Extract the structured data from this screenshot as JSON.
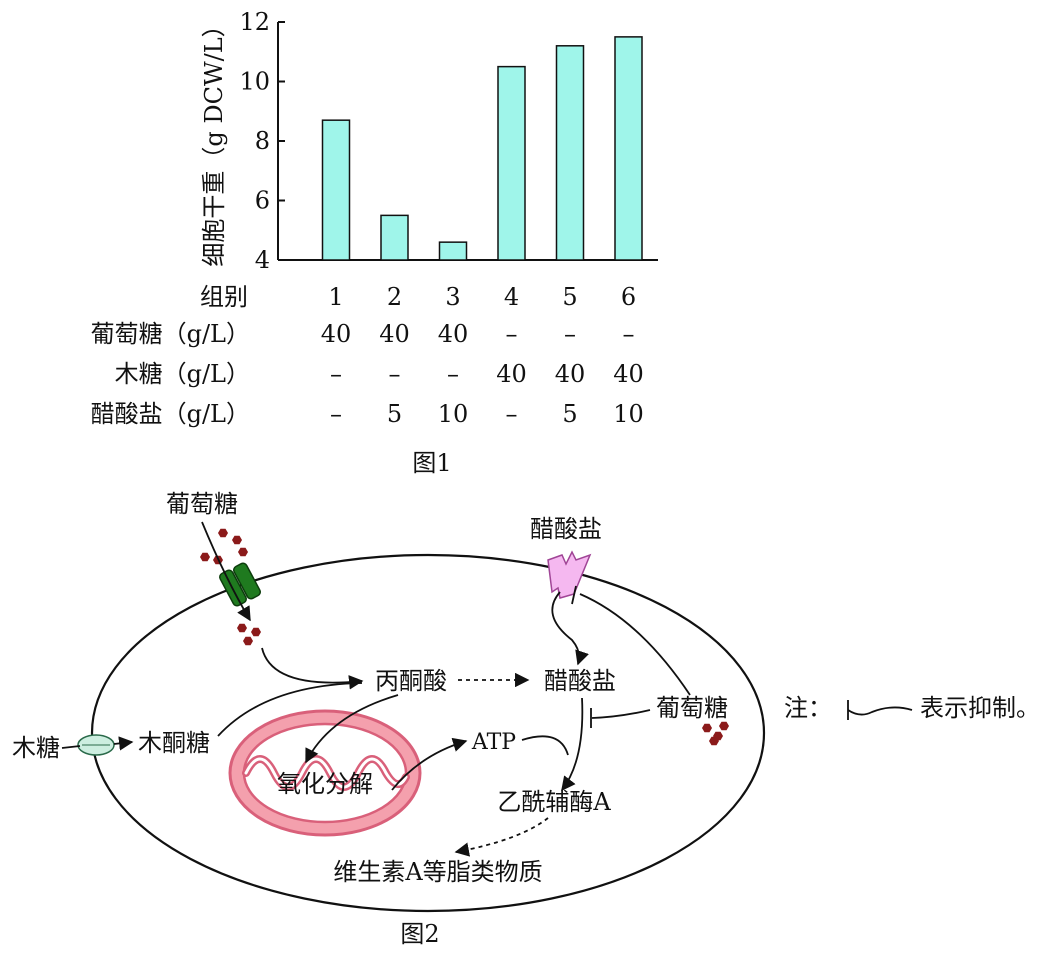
{
  "figure1": {
    "caption": "图1",
    "chart_data": {
      "type": "bar",
      "ylabel": "细胞干重（g DCW/L）",
      "ylim": [
        4,
        12
      ],
      "yticks": [
        4,
        6,
        8,
        10,
        12
      ],
      "categories": [
        "1",
        "2",
        "3",
        "4",
        "5",
        "6"
      ],
      "values": [
        8.7,
        5.5,
        4.6,
        10.5,
        11.2,
        11.5
      ],
      "bar_color": "#9ff5ea",
      "grid": false
    },
    "table": {
      "group_label": "组别",
      "rows": [
        {
          "label": "葡萄糖（g/L）",
          "cells": [
            "40",
            "40",
            "40",
            "–",
            "–",
            "–"
          ]
        },
        {
          "label": "木糖（g/L）",
          "cells": [
            "–",
            "–",
            "–",
            "40",
            "40",
            "40"
          ]
        },
        {
          "label": "醋酸盐（g/L）",
          "cells": [
            "–",
            "5",
            "10",
            "–",
            "5",
            "10"
          ]
        }
      ]
    }
  },
  "figure2": {
    "caption": "图2",
    "labels": {
      "glucose_outside": "葡萄糖",
      "acetate_outside": "醋酸盐",
      "xylose_outside": "木糖",
      "xylulose": "木酮糖",
      "pyruvate": "丙酮酸",
      "acetate_inside": "醋酸盐",
      "glucose_inside": "葡萄糖",
      "oxidation": "氧化分解",
      "atp": "ATP",
      "acetyl_coa": "乙酰辅酶A",
      "product": "维生素A等脂类物质"
    },
    "note": {
      "prefix": "注：",
      "suffix": "表示抑制。"
    },
    "colors": {
      "glucose_transporter": "#1f7a1f",
      "acetate_transporter": "#f5b8f0",
      "xylose_transporter": "#cdeee0",
      "mitochondrion": "#f08a9a",
      "glucose_molecule": "#8b1a1a"
    }
  }
}
